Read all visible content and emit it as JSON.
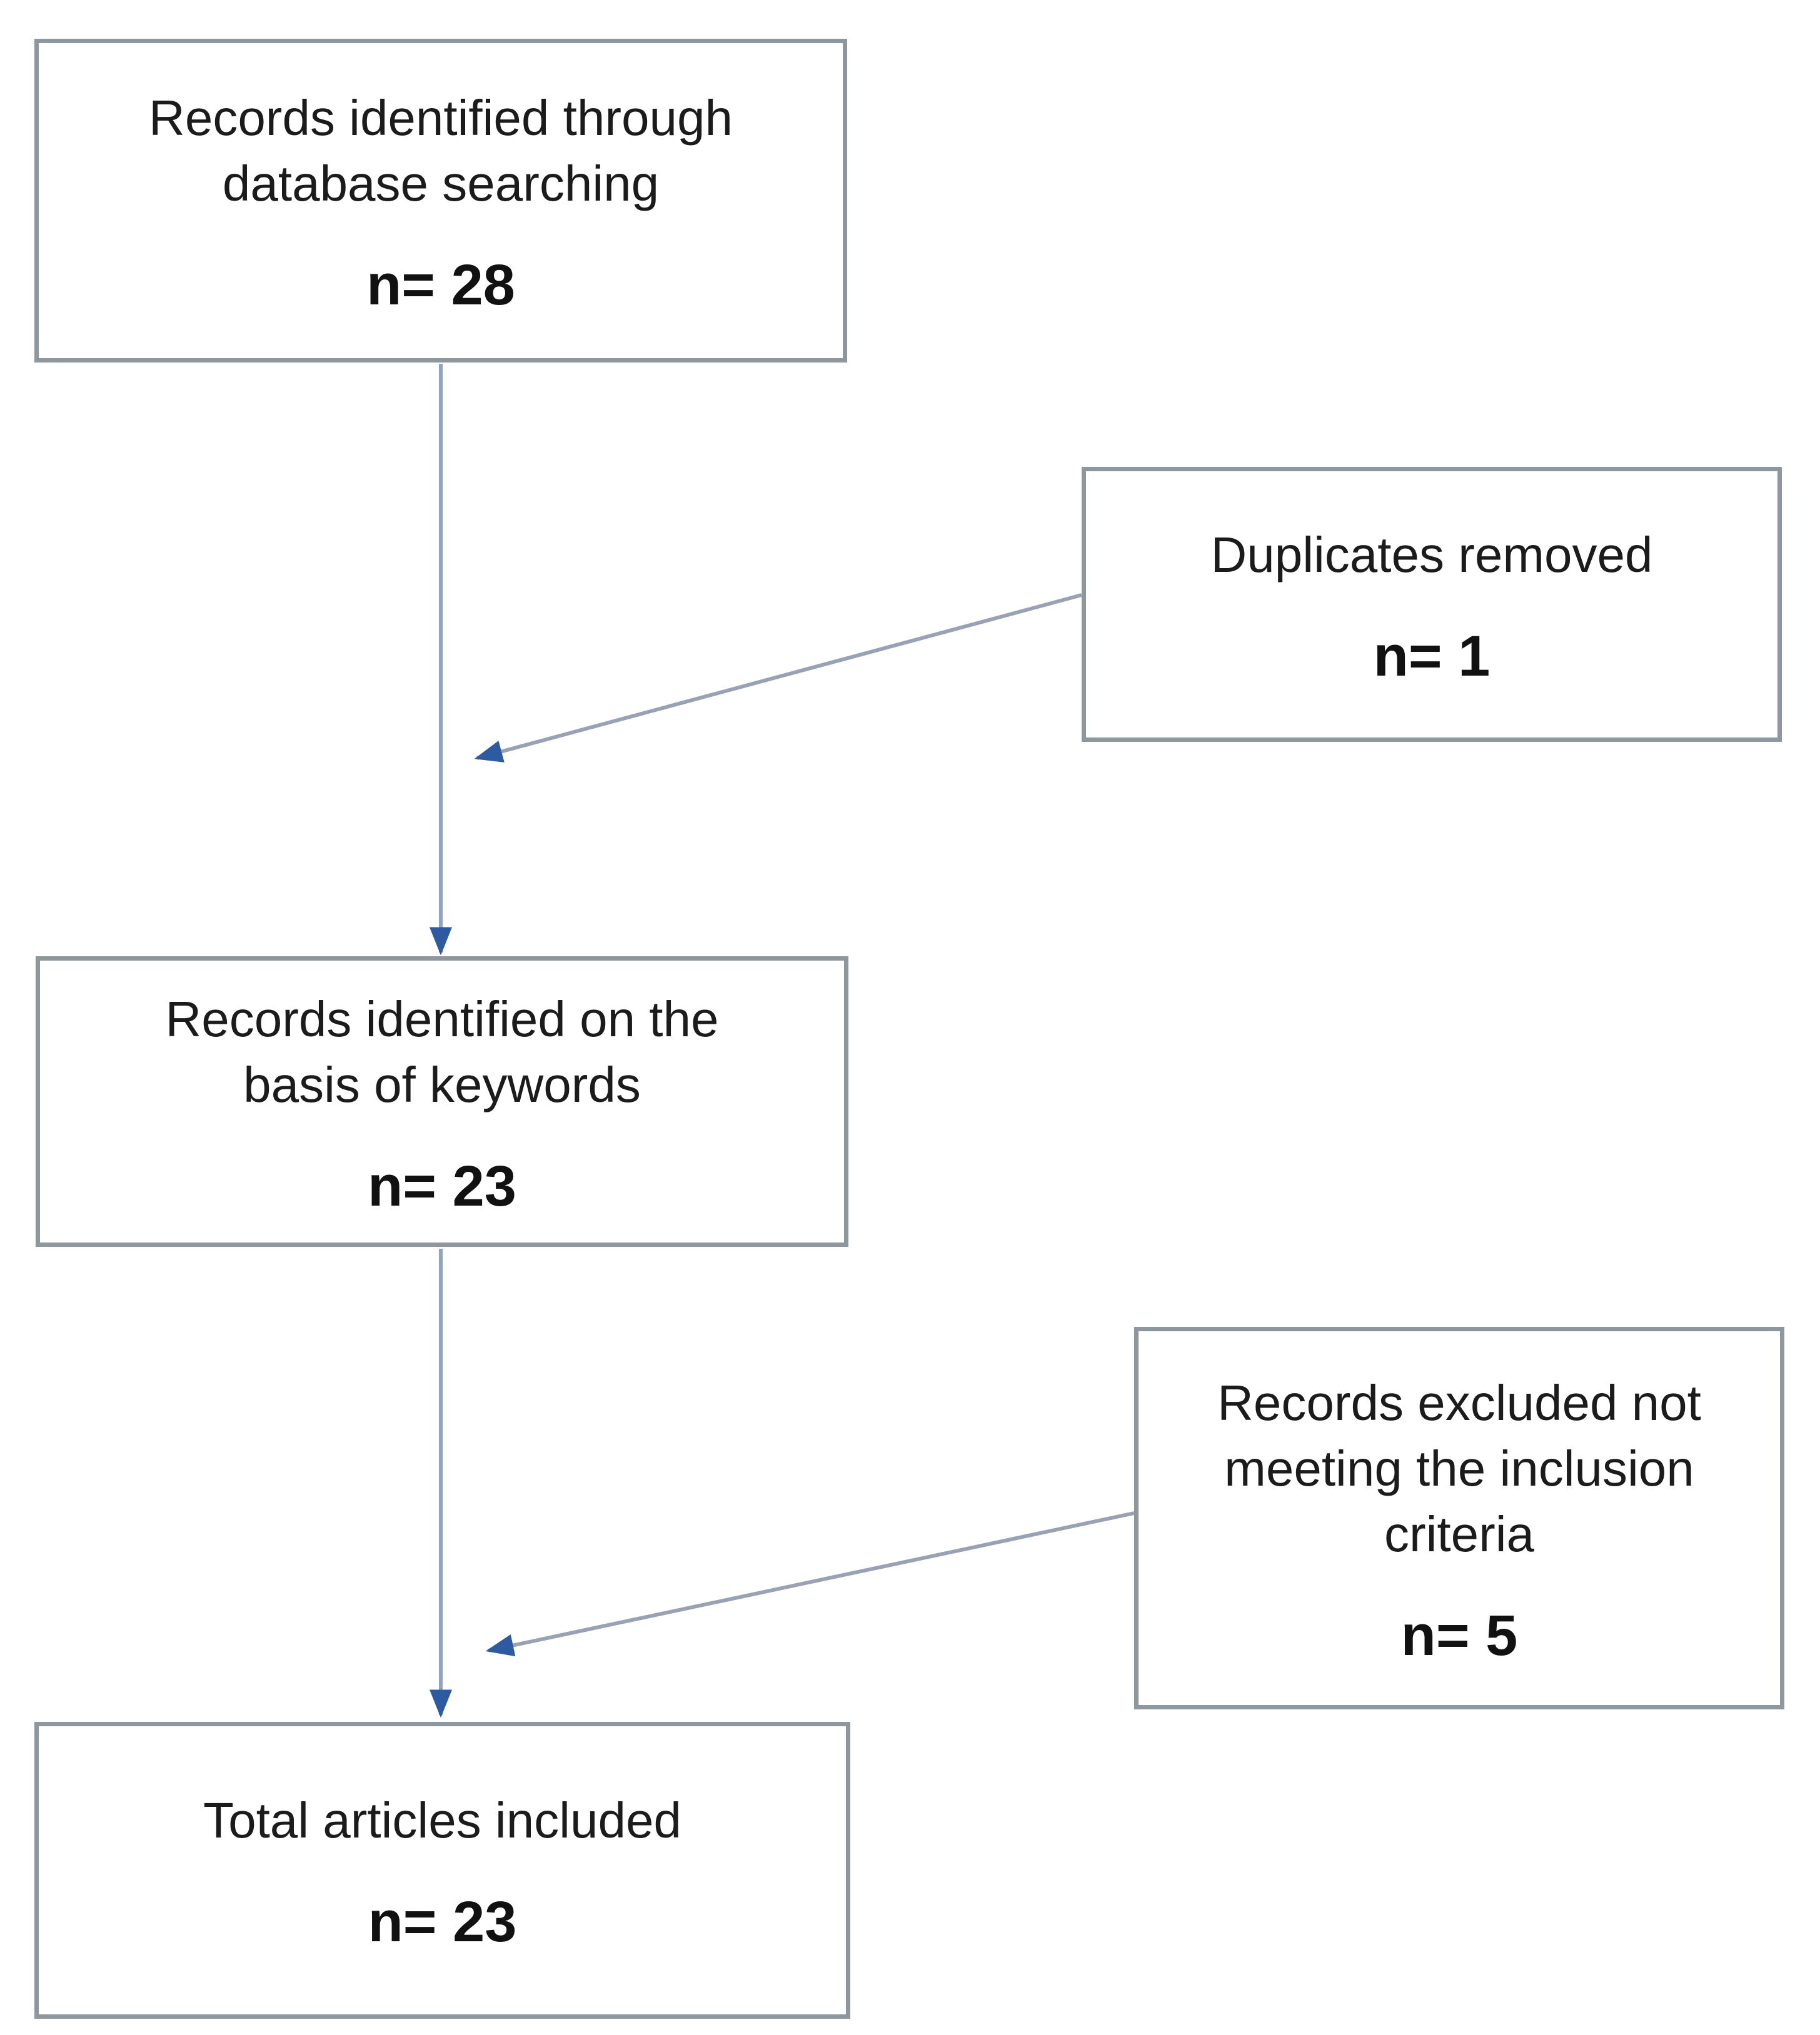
{
  "diagram": {
    "type": "flowchart",
    "description": "Literature screening flow diagram",
    "boxes": [
      {
        "id": "records-identified-database",
        "label": "Records identified through\ndatabase searching",
        "value": "n= 28"
      },
      {
        "id": "duplicates-removed",
        "label": "Duplicates removed",
        "value": "n= 1"
      },
      {
        "id": "records-identified-keywords",
        "label": "Records identified on the\nbasis  of keywords",
        "value": "n= 23"
      },
      {
        "id": "records-excluded",
        "label": "Records excluded not\nmeeting the inclusion\ncriteria",
        "value": "n= 5"
      },
      {
        "id": "total-articles-included",
        "label": "Total articles included",
        "value": "n= 23"
      }
    ],
    "arrows": [
      {
        "id": "db-to-keywords",
        "from": "records-identified-database",
        "to": "records-identified-keywords"
      },
      {
        "id": "duplicates-to-flow",
        "from": "duplicates-removed",
        "to": "main-flow"
      },
      {
        "id": "keywords-to-total",
        "from": "records-identified-keywords",
        "to": "total-articles-included"
      },
      {
        "id": "excluded-to-flow",
        "from": "records-excluded",
        "to": "main-flow"
      }
    ],
    "colors": {
      "box_border": "#8f979e",
      "line_vertical": "#8fa3c4",
      "line_diagonal": "#98a2b4",
      "arrowhead": "#2d5aa0",
      "text": "#1b1b1b",
      "background": "#ffffff"
    }
  }
}
